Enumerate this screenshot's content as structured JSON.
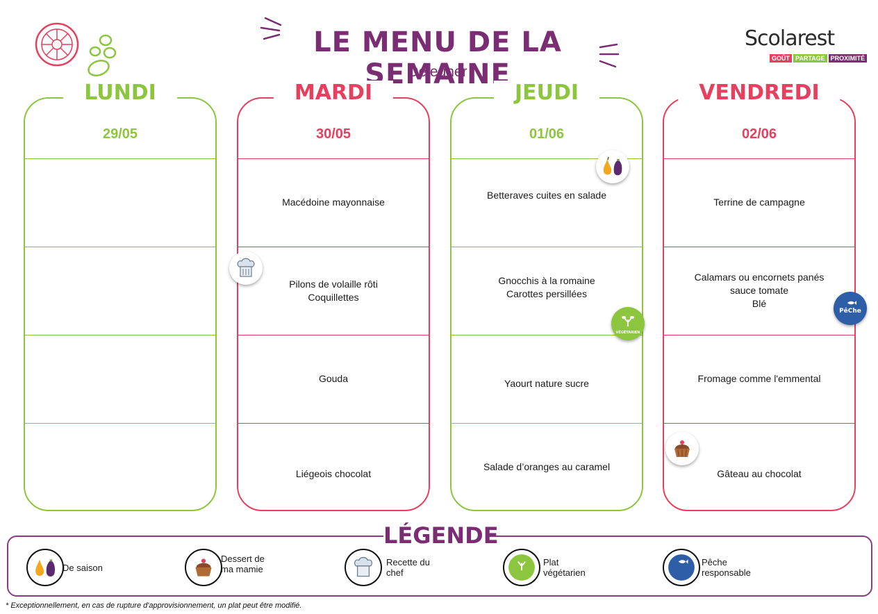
{
  "header": {
    "title": "LE MENU DE LA SEMAINE",
    "subtitle": "Déjeuner",
    "logo_word": "Scolarest",
    "logo_tags": [
      "GOÛT",
      "PARTAGE",
      "PROXIMITÉ"
    ]
  },
  "days": [
    {
      "name": "LUNDI",
      "date": "29/05",
      "theme": "green",
      "rows": [
        "",
        "",
        "",
        ""
      ]
    },
    {
      "name": "MARDI",
      "date": "30/05",
      "theme": "red",
      "rows": [
        "Macédoine mayonnaise",
        "Pilons de volaille rôti\nCoquillettes",
        "Gouda",
        "Liégeois chocolat"
      ]
    },
    {
      "name": "JEUDI",
      "date": "01/06",
      "theme": "green",
      "rows": [
        "Betteraves cuites en salade",
        "Gnocchis à la romaine\nCarottes persillées",
        "Yaourt nature sucre",
        "Salade d’oranges au caramel"
      ]
    },
    {
      "name": "VENDREDI",
      "date": "02/06",
      "theme": "red",
      "rows": [
        "Terrine de campagne",
        "Calamars ou encornets panés sauce tomate\nBlé",
        "Fromage comme l'emmental",
        "Gâteau au chocolat"
      ]
    }
  ],
  "legend": {
    "title": "LÉGENDE",
    "items": [
      {
        "icon": "seasonal-icon",
        "label": "De saison"
      },
      {
        "icon": "grandma-dessert-icon",
        "label": "Dessert de\nma mamie"
      },
      {
        "icon": "chef-hat-icon",
        "label": "Recette du\nchef"
      },
      {
        "icon": "vegetarian-icon",
        "label": "Plat\nvégétarien"
      },
      {
        "icon": "responsible-fishing-icon",
        "label": "Pêche\nresponsable"
      }
    ]
  },
  "badges": {
    "vegetarian_text": "VÉGÉTARIEN",
    "fish_text": "PêChe"
  },
  "footnote": "* Exceptionnellement, en cas de rupture d'approvisionnement, un plat peut être modifié.",
  "colors": {
    "green": "#8cc63f",
    "red": "#e6405e",
    "purple": "#7a2d73",
    "fish_blue": "#2f5ea8"
  }
}
